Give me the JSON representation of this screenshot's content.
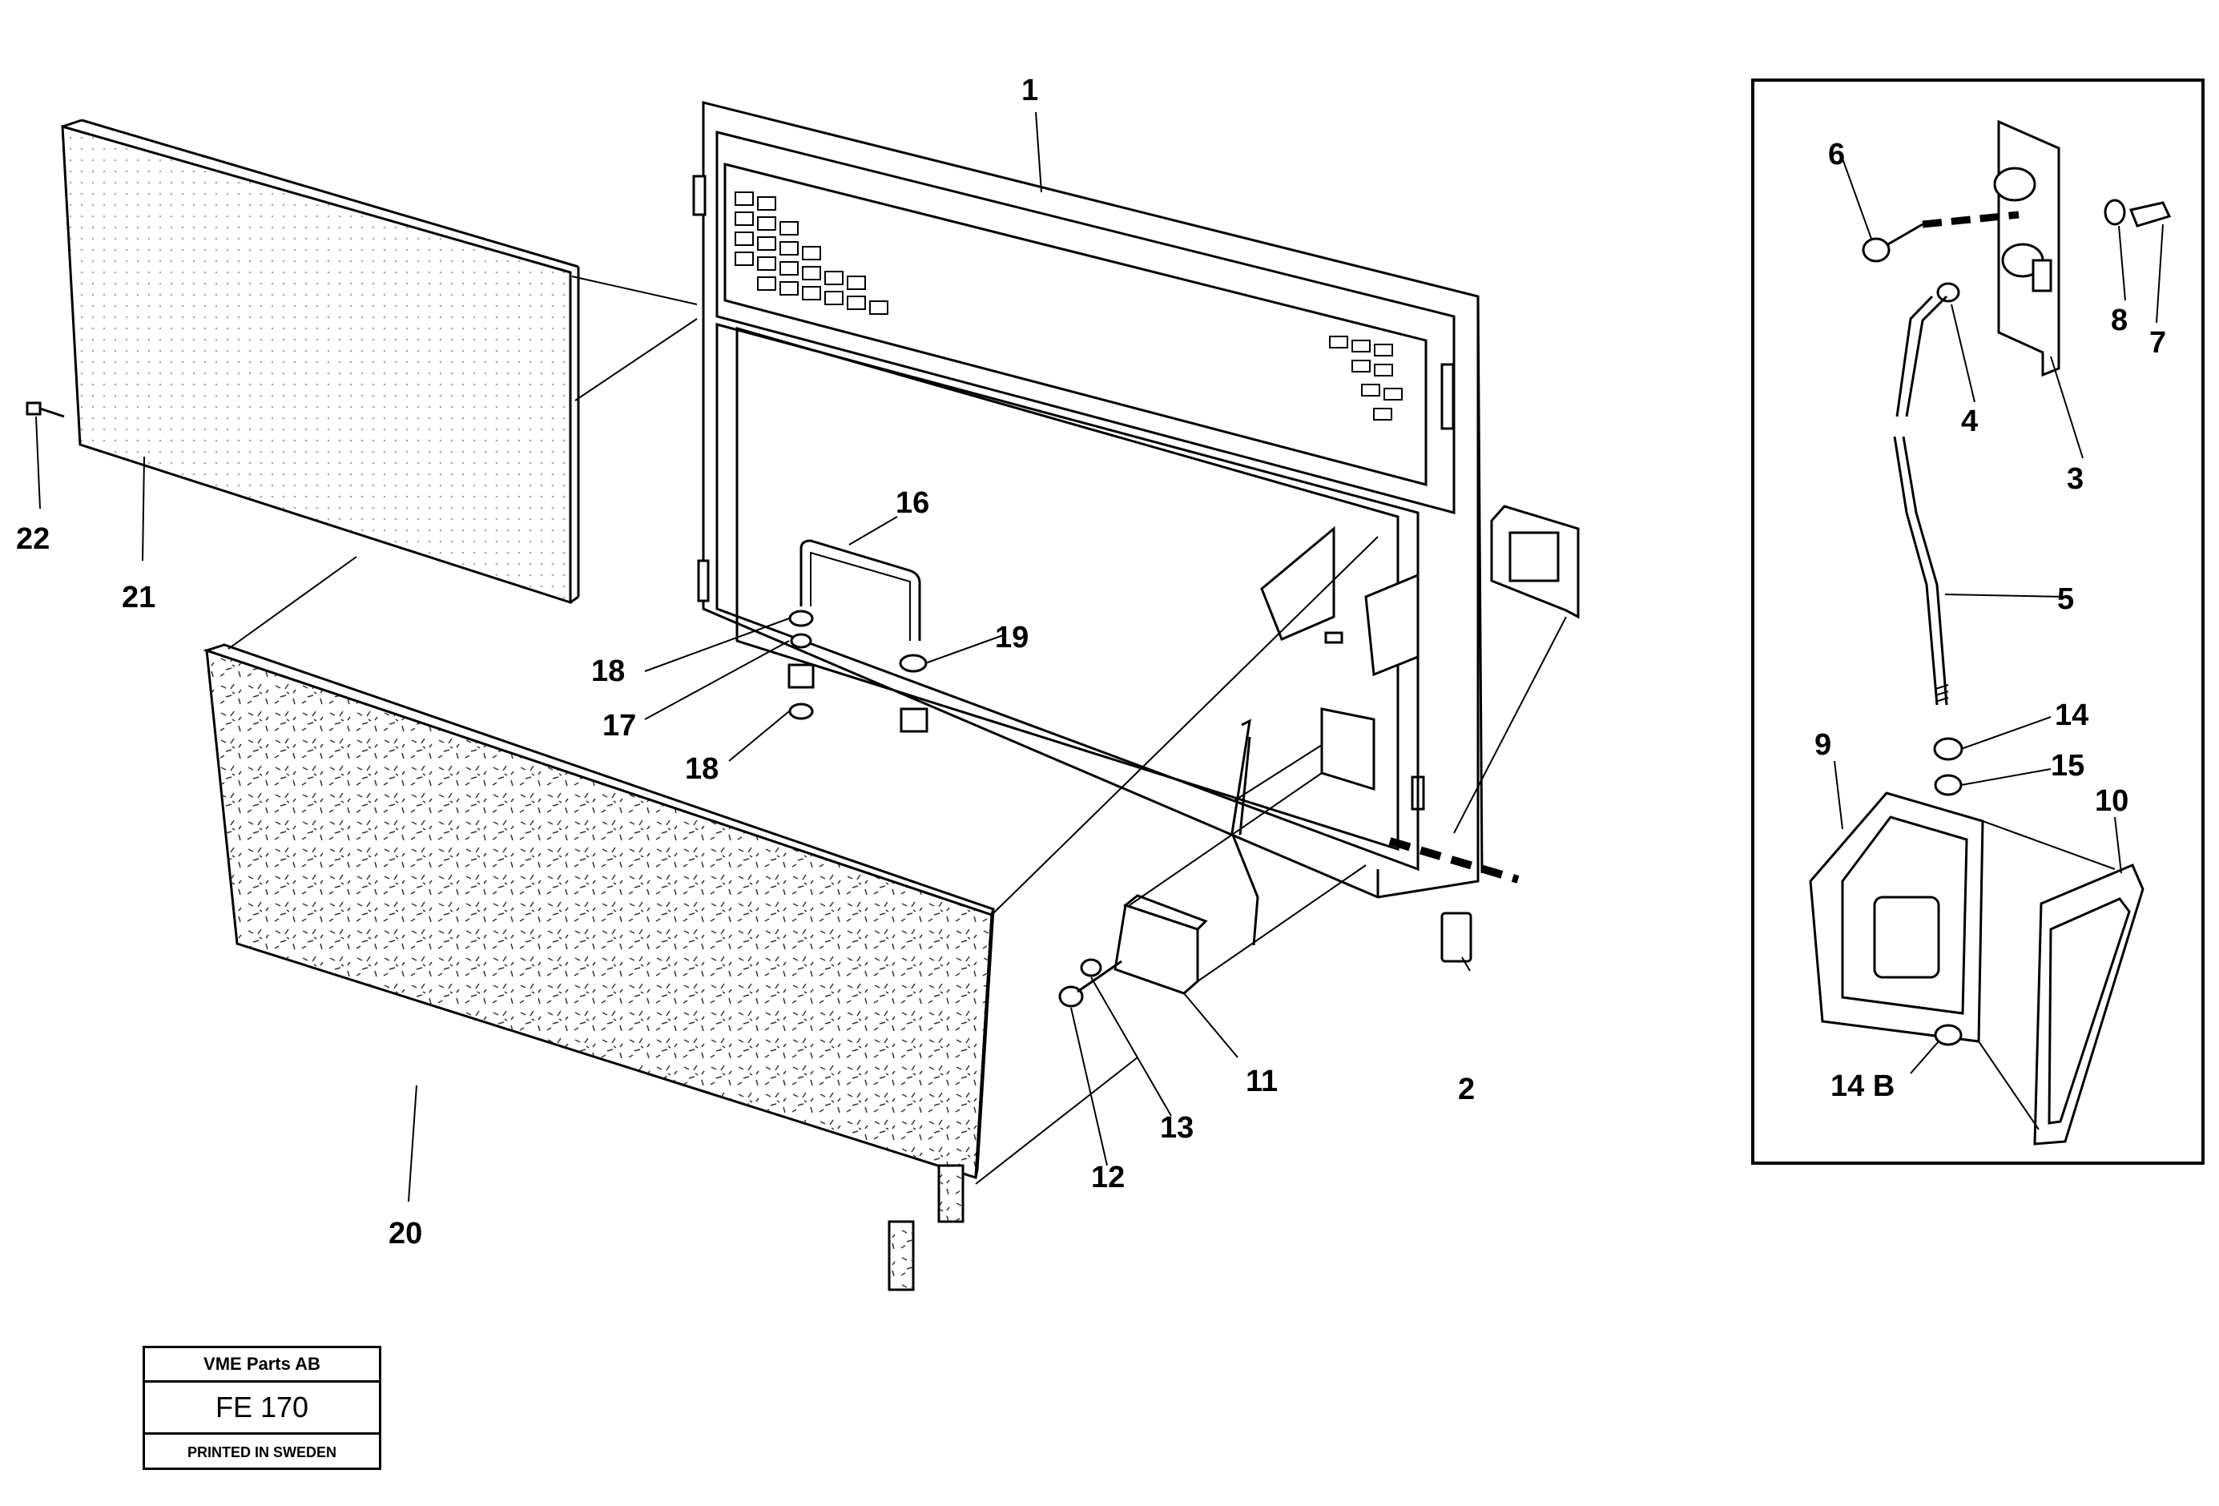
{
  "diagram": {
    "callouts": [
      "1",
      "2",
      "3",
      "4",
      "5",
      "6",
      "7",
      "8",
      "9",
      "10",
      "11",
      "12",
      "13",
      "14",
      "14 B",
      "15",
      "16",
      "17",
      "18",
      "18",
      "19",
      "20",
      "21",
      "22"
    ]
  },
  "title_block": {
    "company": "VME Parts AB",
    "code": "FE 170",
    "printed": "PRINTED IN SWEDEN"
  }
}
